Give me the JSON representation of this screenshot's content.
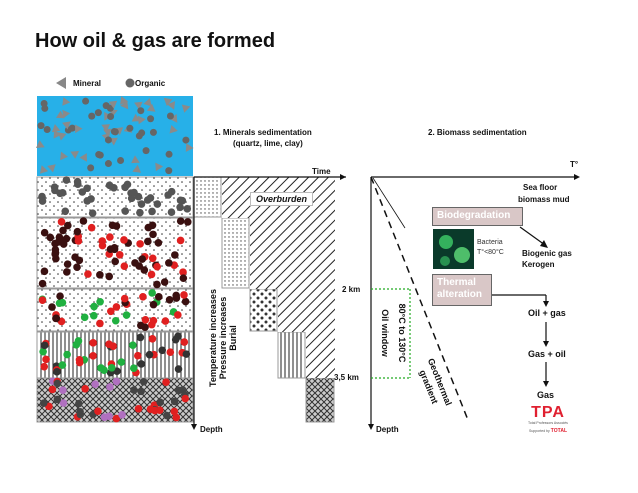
{
  "title": "How oil & gas are formed",
  "legend": {
    "mineral": "Mineral",
    "organic": "Organic"
  },
  "steps": {
    "step1_line1": "1.  Minerals sedimentation",
    "step1_line2": "(quartz, lime, clay)",
    "step2": "2. Biomass sedimentation"
  },
  "axes": {
    "time": "Time",
    "depth_left": "Depth",
    "depth_right": "Depth",
    "temperature": "T°"
  },
  "labels": {
    "overburden": "Overburden",
    "burial": "Burial",
    "pressure": "Pressure increases",
    "temperature": "Temperature increases",
    "depth_2km": "2 km",
    "depth_35km": "3,5 km",
    "oil_window": "Oil window",
    "oil_window_range": "80°C to 130°C",
    "geothermal_1": "Geothermal",
    "geothermal_2": "gradient"
  },
  "process": {
    "sea_floor_1": "Sea floor",
    "sea_floor_2": "biomass mud",
    "biodegradation": "Biodegradation",
    "bacteria_1": "Bacteria",
    "bacteria_2": "T°<80°C",
    "biogenic_1": "Biogenic gas",
    "biogenic_2": "Kerogen",
    "thermal_1": "Thermal",
    "thermal_2": "alteration",
    "oil_gas": "Oil + gas",
    "gas_oil": "Gas + oil",
    "gas": "Gas"
  },
  "logo": {
    "text": "TPA",
    "sub": "Total Professors Associés",
    "supported": "Supported by",
    "brand": "TOTAL"
  },
  "colors": {
    "sea": "#27b0e8",
    "organic_red": "#e02020",
    "organic_green": "#20b040",
    "organic_dark": "#3a1010",
    "box": "#d9c7c7"
  }
}
